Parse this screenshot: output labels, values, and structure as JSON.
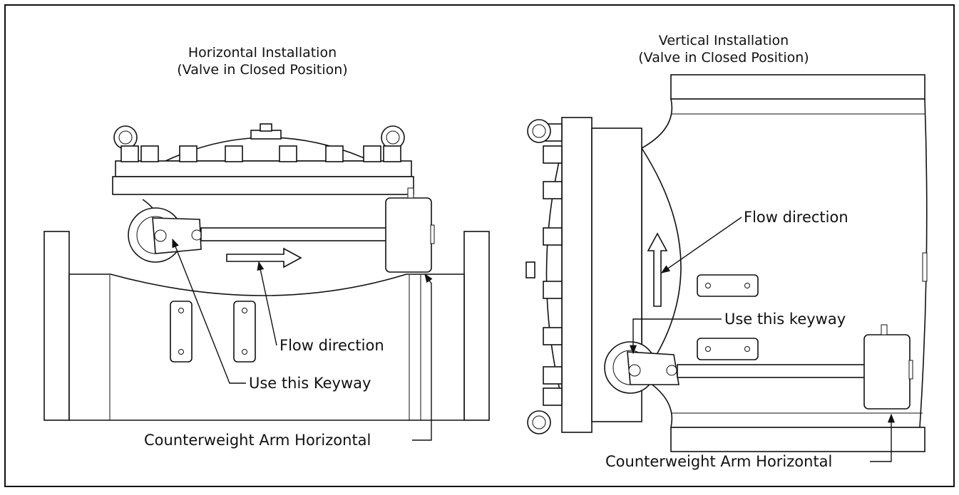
{
  "horizontal": {
    "title_line1": "Horizontal Installation",
    "title_line2": "(Valve in Closed Position)",
    "flow_label": "Flow direction",
    "keyway_label": "Use this Keyway",
    "arm_label": "Counterweight Arm Horizontal"
  },
  "vertical": {
    "title_line1": "Vertical Installation",
    "title_line2": "(Valve in Closed Position)",
    "flow_label": "Flow direction",
    "keyway_label": "Use this keyway",
    "arm_label": "Counterweight Arm Horizontal"
  }
}
